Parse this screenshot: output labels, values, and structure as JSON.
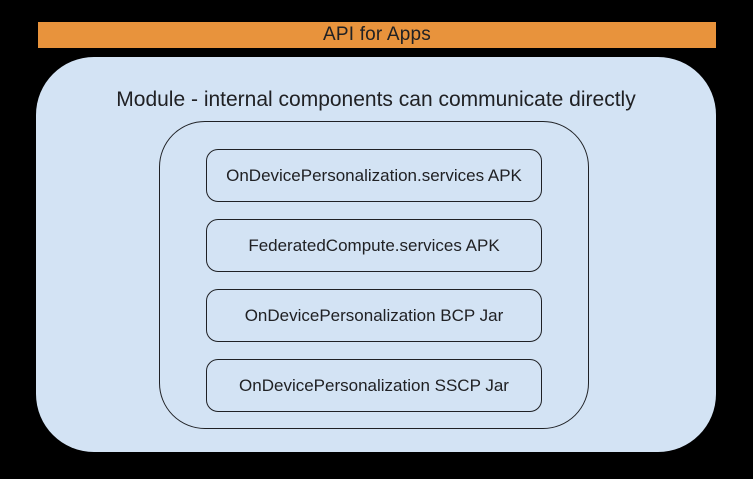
{
  "diagram": {
    "banner": {
      "label": "API for Apps"
    },
    "module": {
      "title": "Module - internal components can communicate directly",
      "components": [
        {
          "label": "OnDevicePersonalization.services APK"
        },
        {
          "label": "FederatedCompute.services APK"
        },
        {
          "label": "OnDevicePersonalization BCP Jar"
        },
        {
          "label": "OnDevicePersonalization SSCP Jar"
        }
      ]
    },
    "colors": {
      "background": "#000000",
      "banner_fill": "#E8933C",
      "module_fill": "#D3E3F4",
      "outline": "#1F2125",
      "text": "#202124"
    }
  }
}
